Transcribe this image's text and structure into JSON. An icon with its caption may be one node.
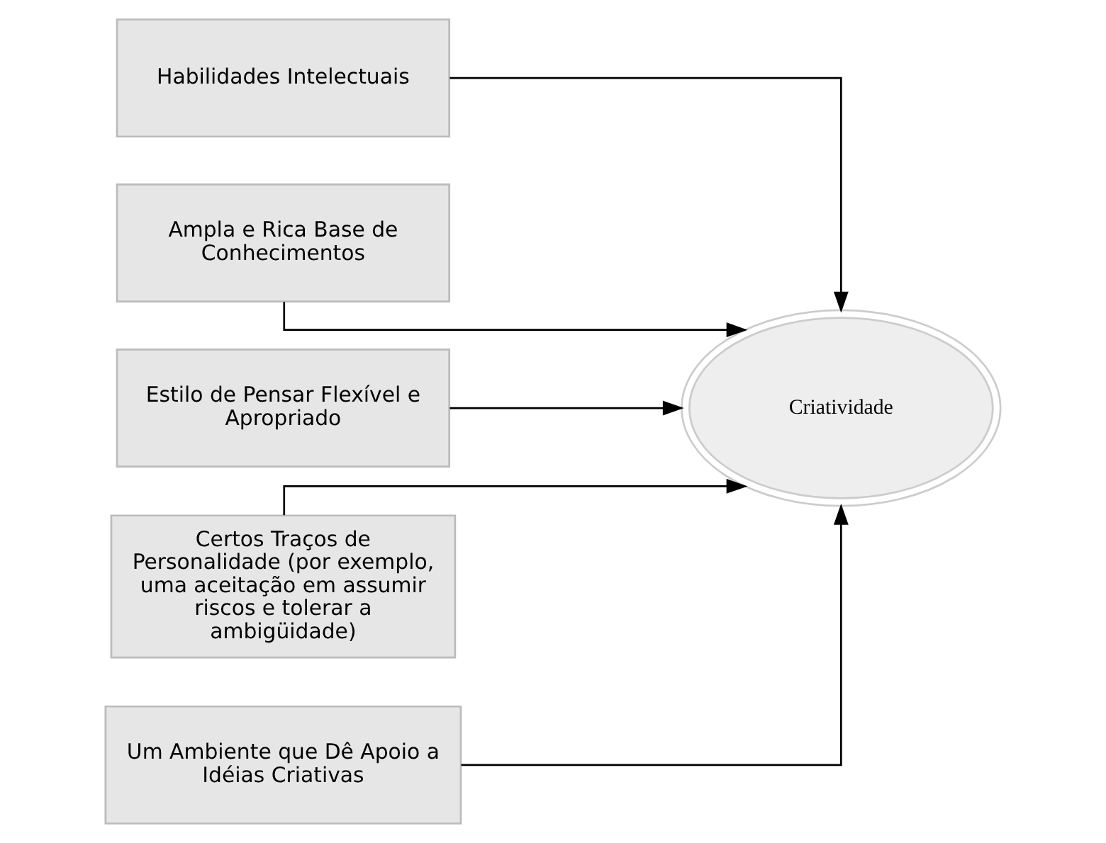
{
  "diagram": {
    "nodes": [
      {
        "text": [
          "Habilidades Intelectuais"
        ]
      },
      {
        "text": [
          "Ampla e Rica Base de Conhecimentos"
        ]
      },
      {
        "text": [
          "Estilo de Pensar Flexível e Apropriado"
        ]
      },
      {
        "text": [
          "Certos Traços de Personalidade (por exemplo, uma aceitação em assumir riscos e tolerar a ambigüidade)"
        ]
      },
      {
        "text": [
          "Um Ambiente que Dê Apoio a Idéias Criativas"
        ]
      },
      {
        "text": [
          "Criatividade"
        ]
      }
    ],
    "edges": [
      {
        "from": 0,
        "to": 5,
        "arrow": "to"
      },
      {
        "from": 1,
        "to": 5,
        "arrow": "to"
      },
      {
        "from": 2,
        "to": 5,
        "arrow": "to"
      },
      {
        "from": 3,
        "to": 5,
        "arrow": "to"
      },
      {
        "from": 4,
        "to": 5,
        "arrow": "to"
      }
    ]
  }
}
